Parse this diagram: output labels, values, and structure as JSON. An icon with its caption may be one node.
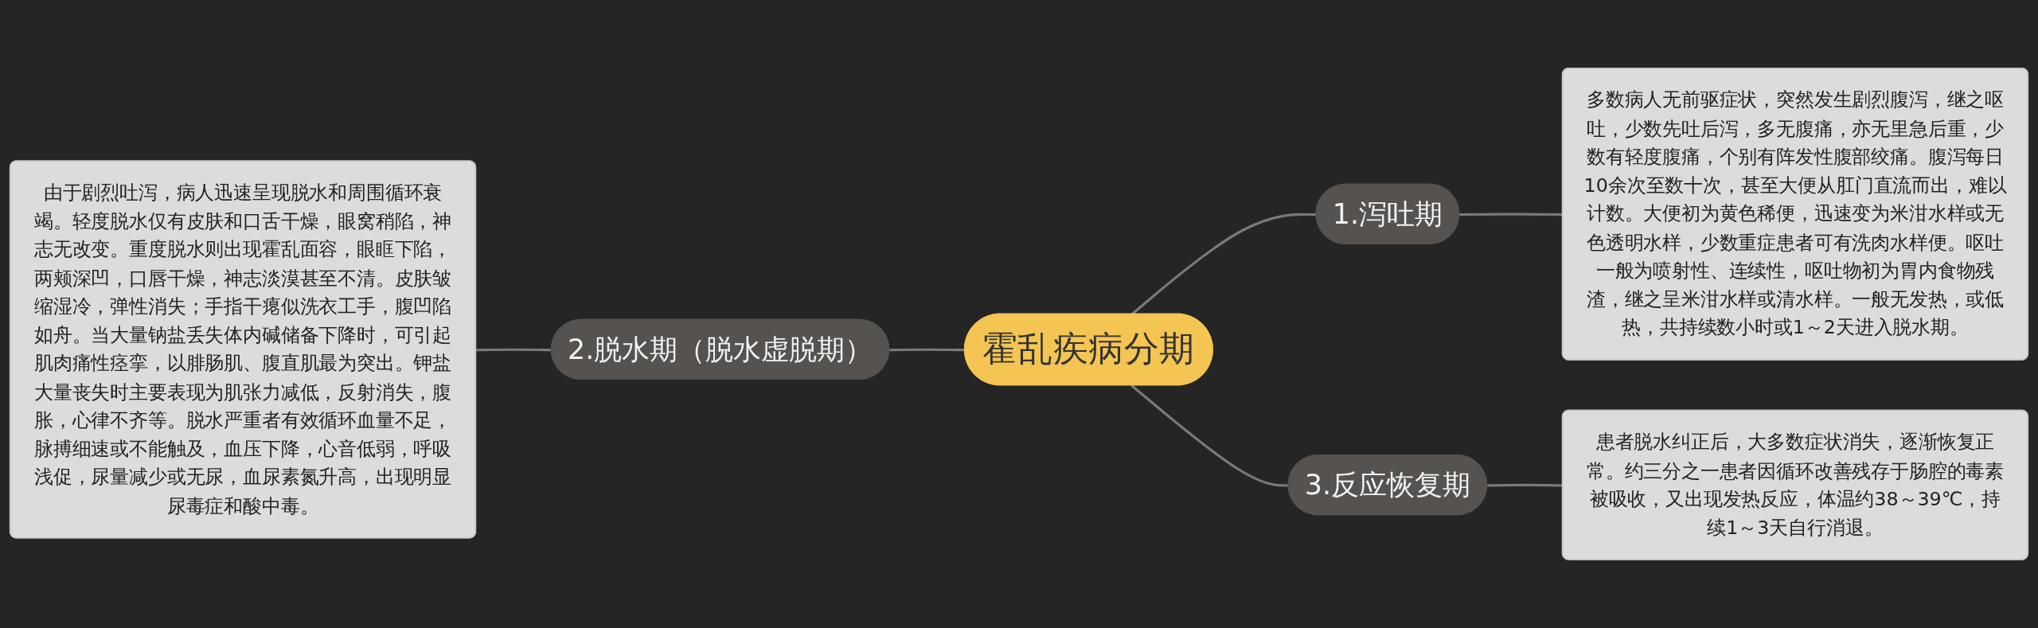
{
  "diagram": {
    "nodes": [
      {
        "text": [
          "霍乱疾病分期"
        ]
      },
      {
        "text": [
          "1.泻吐期"
        ]
      },
      {
        "text": [
          "多数病人无前驱症状，突然发生剧烈腹泻，继之呕吐，少数先吐后泻，多无腹痛，亦无里急后重，少数有轻度腹痛，个别有阵发性腹部绞痛。腹泻每日10余次至数十次，甚至大便从肛门直流而出，难以计数。大便初为黄色稀便，迅速变为米泔水样或无色透明水样，少数重症患者可有洗肉水样便。呕吐一般为喷射性、连续性，呕吐物初为胃内食物残渣，继之呈米泔水样或清水样。一般无发热，或低热，共持续数小时或1～2天进入脱水期。"
        ]
      },
      {
        "text": [
          "2.脱水期（脱水虚脱期）"
        ]
      },
      {
        "text": [
          "由于剧烈吐泻，病人迅速呈现脱水和周围循环衰竭。轻度脱水仅有皮肤和口舌干燥，眼窝稍陷，神志无改变。重度脱水则出现霍乱面容，眼眶下陷，两颊深凹，口唇干燥，神志淡漠甚至不清。皮肤皱缩湿冷，弹性消失；手指干瘪似洗衣工手，腹凹陷如舟。当大量钠盐丢失体内碱储备下降时，可引起肌肉痛性痉挛，以腓肠肌、腹直肌最为突出。钾盐大量丧失时主要表现为肌张力减低，反射消失，腹胀，心律不齐等。脱水严重者有效循环血量不足，脉搏细速或不能触及，血压下降，心音低弱，呼吸浅促，尿量减少或无尿，血尿素氮升高，出现明显尿毒症和酸中毒。"
        ]
      },
      {
        "text": [
          "3.反应恢复期"
        ]
      },
      {
        "text": [
          "患者脱水纠正后，大多数症状消失，逐渐恢复正常。约三分之一患者因循环改善残存于肠腔的毒素被吸收，又出现发热反应，体温约38～39℃，持续1～3天自行消退。"
        ]
      }
    ],
    "edges": [
      {
        "from": 0,
        "to": 1,
        "arrow": "none"
      },
      {
        "from": 1,
        "to": 2,
        "arrow": "none"
      },
      {
        "from": 3,
        "to": 0,
        "arrow": "none"
      },
      {
        "from": 4,
        "to": 3,
        "arrow": "none"
      },
      {
        "from": 0,
        "to": 5,
        "arrow": "none"
      },
      {
        "from": 5,
        "to": 6,
        "arrow": "none"
      }
    ]
  }
}
